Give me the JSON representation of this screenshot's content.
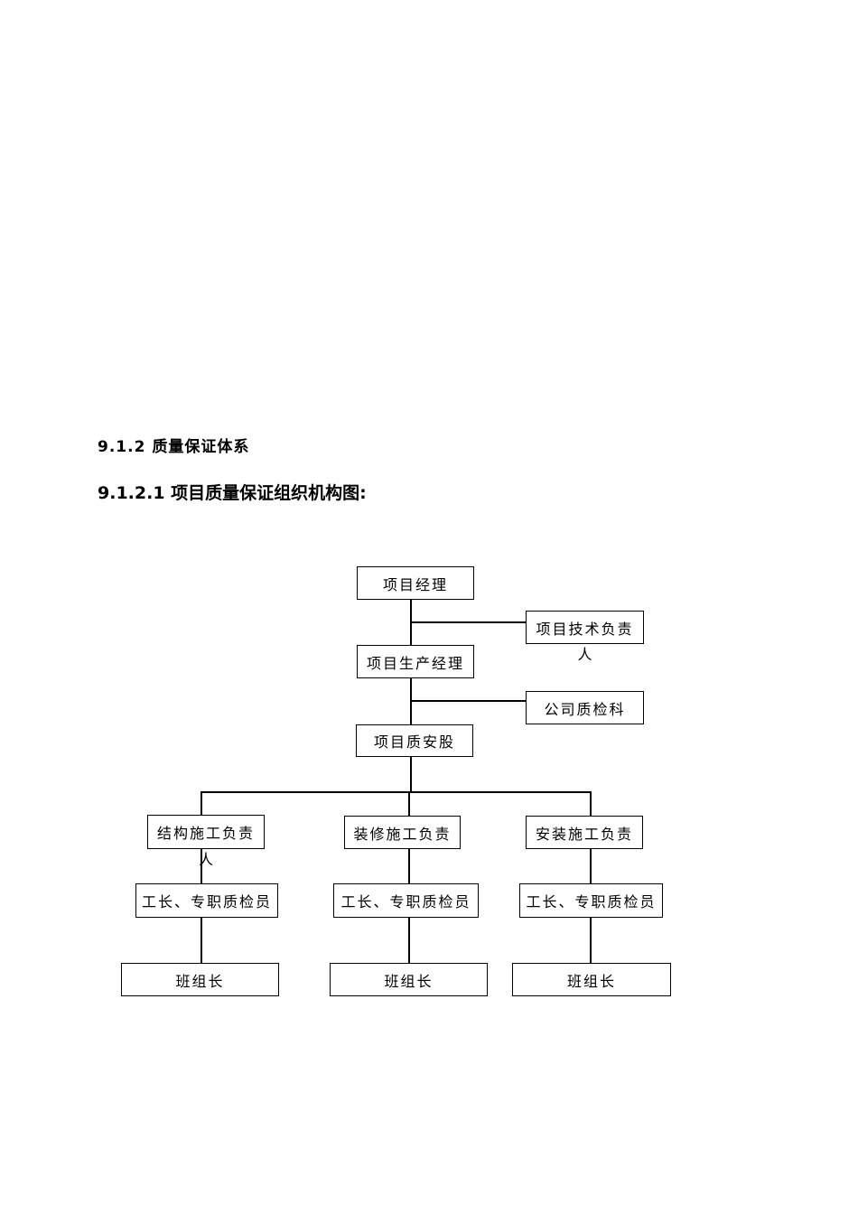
{
  "page": {
    "background_color": "#ffffff",
    "text_color": "#000000",
    "heading1": "9.1.2 质量保证体系",
    "heading2": "9.1.2.1 项目质量保证组织机构图:"
  },
  "chart": {
    "type": "org-chart",
    "line_color": "#000000",
    "box_border_color": "#000000",
    "box_fill_color": "#ffffff",
    "nodes": {
      "project_manager": "项目经理",
      "tech_lead_line1": "项目技术负责",
      "tech_lead_overflow": "人",
      "production_manager": "项目生产经理",
      "company_qc": "公司质检科",
      "quality_safety_section": "项目质安股",
      "structure_lead_line1": "结构施工负责",
      "structure_lead_overflow": "人",
      "decoration_lead": "装修施工负责",
      "installation_lead": "安装施工负责",
      "foreman_inspector_1": "工长、专职质检员",
      "foreman_inspector_2": "工长、专职质检员",
      "foreman_inspector_3": "工长、专职质检员",
      "team_leader_1": "班组长",
      "team_leader_2": "班组长",
      "team_leader_3": "班组长"
    },
    "hierarchy": [
      "项目经理 > 项目生产经理 > 项目质安股",
      "项目经理/项目生产经理 — 项目技术负责人 (side)",
      "项目生产经理/项目质安股 — 公司质检科 (side)",
      "项目质安股 > [结构施工负责人, 装修施工负责, 安装施工负责] > 工长、专职质检员 > 班组长"
    ]
  }
}
